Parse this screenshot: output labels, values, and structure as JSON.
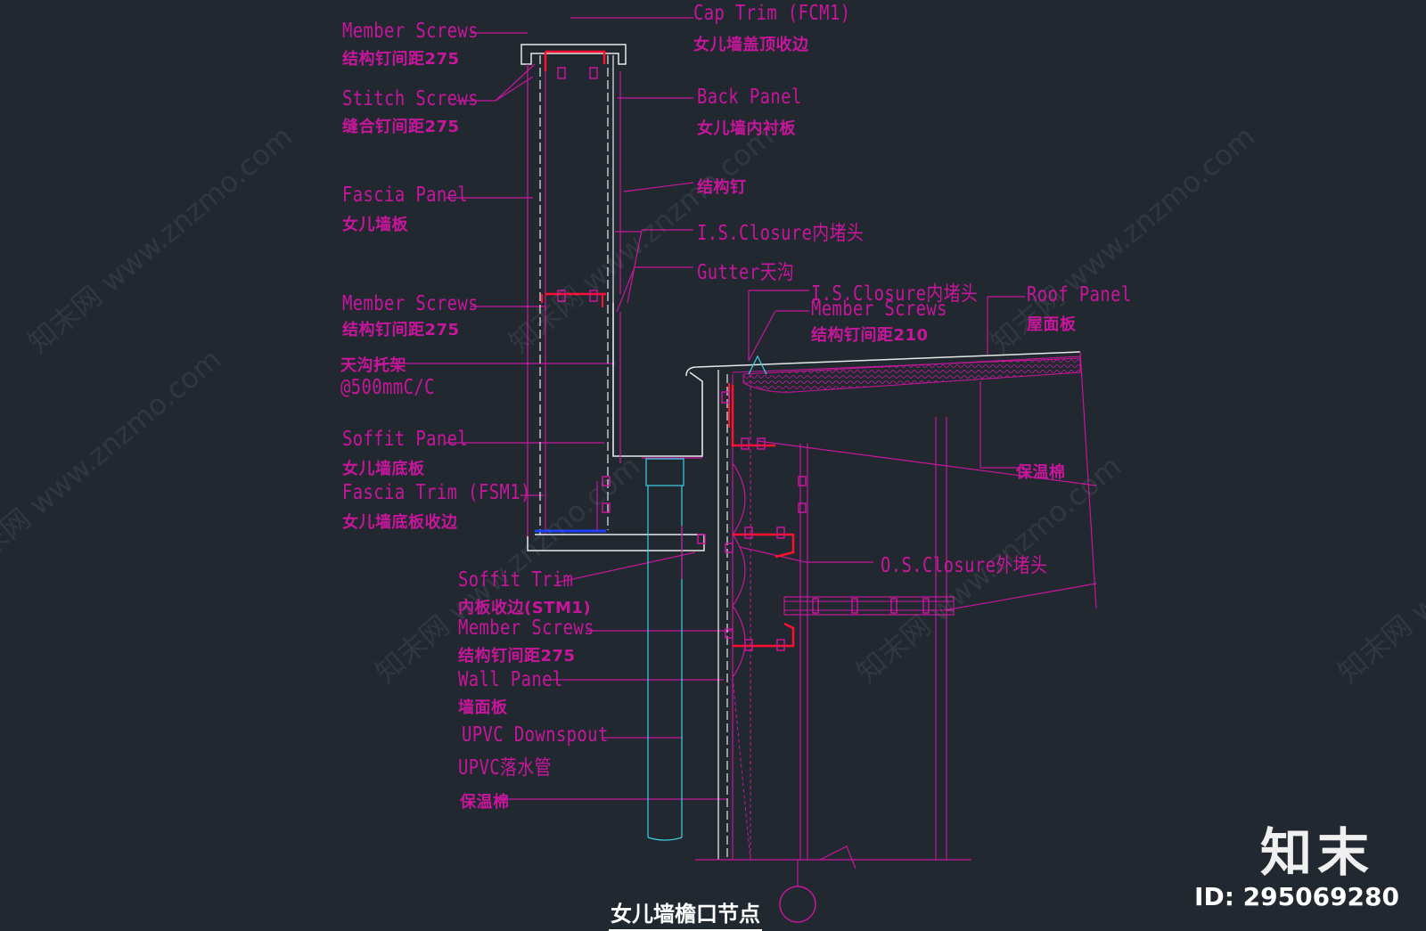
{
  "colors": {
    "background": "#212830",
    "label": "#c8169c",
    "red": "#ff1030",
    "white": "#e8e8e8",
    "cyan": "#3ad0e8",
    "blue": "#2040ff"
  },
  "labels": {
    "cap_trim_en": "Cap Trim (FCM1)",
    "cap_trim_cn": "女儿墙盖顶收边",
    "member_screws_1_en": "Member Screws",
    "member_screws_1_cn": "结构钉间距275",
    "stitch_screws_en": "Stitch Screws",
    "stitch_screws_cn": "缝合钉间距275",
    "back_panel_en": "Back Panel",
    "back_panel_cn": "女儿墙内衬板",
    "struct_nail_cn": "结构钉",
    "is_closure_1": "I.S.Closure内堵头",
    "gutter": "Gutter天沟",
    "fascia_panel_en": "Fascia Panel",
    "fascia_panel_cn": "女儿墙板",
    "is_closure_2": "I.S.Closure内堵头",
    "member_screws_2_en": "Member Screws",
    "member_screws_2_cn": "结构钉间距210",
    "roof_panel_en": "Roof Panel",
    "roof_panel_cn": "屋面板",
    "member_screws_3_en": "Member Screws",
    "member_screws_3_cn": "结构钉间距275",
    "gutter_bracket_cn": "天沟托架",
    "gutter_bracket_spacing": "@500mmC/C",
    "soffit_panel_en": "Soffit Panel",
    "soffit_panel_cn": "女儿墙底板",
    "fascia_trim_en": "Fascia Trim (FSM1)",
    "fascia_trim_cn": "女儿墙底板收边",
    "insulation_1_cn": "保温棉",
    "os_closure": "O.S.Closure外堵头",
    "soffit_trim_en": "Soffit Trim",
    "soffit_trim_cn": "内板收边(STM1)",
    "member_screws_4_en": "Member Screws",
    "member_screws_4_cn": "结构钉间距275",
    "wall_panel_en": "Wall Panel",
    "wall_panel_cn": "墙面板",
    "downspout_en": "UPVC Downspout",
    "downspout_cn": "UPVC落水管",
    "insulation_2_cn": "保温棉"
  },
  "drawing_title": "女儿墙檐口节点",
  "brand": {
    "name": "知末",
    "id": "ID: 295069280"
  },
  "watermark": "知末网 www.znzmo.com"
}
